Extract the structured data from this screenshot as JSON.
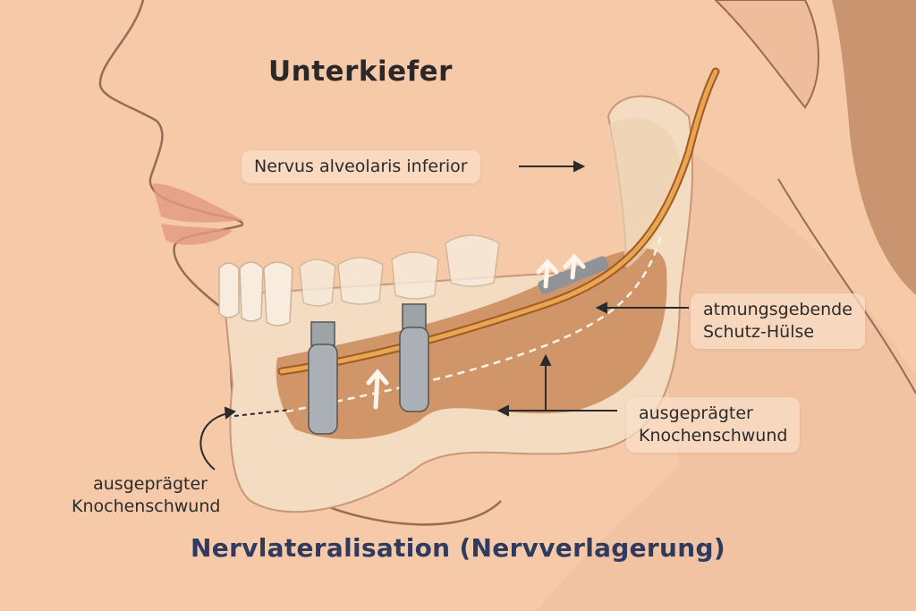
{
  "title": "Unterkiefer",
  "labels": {
    "nerve": "Nervus alveolaris inferior",
    "sleeve_line1": "atmungsgebende",
    "sleeve_line2": "Schutz-Hülse",
    "bone_loss_right_line1": "ausgeprägter",
    "bone_loss_right_line2": "Knochenschwund",
    "bone_loss_left_line1": "ausgeprägter",
    "bone_loss_left_line2": "Knochenschwund"
  },
  "caption": "Nervlateralisation (Nervverlagerung)",
  "colors": {
    "background": "#f6c9a9",
    "bone": "#f3dcc2",
    "bone_inner": "#c98a5a",
    "nerve": "#e0963e",
    "caption": "#2f3b5e"
  }
}
